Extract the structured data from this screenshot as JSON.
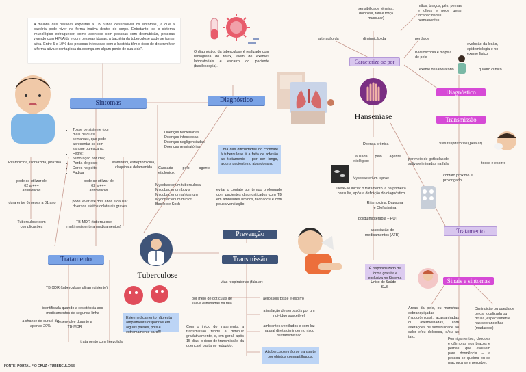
{
  "intro_text": "A maioria das pessoas expostas à TB nunca desenvolver os sintomas, já que a bactéria pode viver na forma inativa dentro do corpo. Entretanto, se o sistema imunológico enfraquecer, como acontece com pessoas com desnutrição, pessoas vivendo com HIV/Aids e com pessoas idosas, a bactéria da tuberculose pode se tornar ativa. Entre 5 e 10% das pessoas infectadas com a bactéria têm o risco de desenvolver a forma ativa e contagiosa da doença em algum ponto de sua vida\".",
  "tb": {
    "sintomas_title": "Sintomas",
    "diagnostico_title": "Diagnóstico",
    "prevencao_title": "Prevenção",
    "transmissao_title": "Transmissão",
    "tratamento_title": "Tratamento",
    "center_title": "Tuberculose",
    "diag_text": "O diagnóstico da tuberculose é realizado com radiografia do tórax, além de exames laboratoriais e escarro do paciente (baciloscopia).",
    "symptoms": [
      "Tosse persistente (por mais de duas semanas), que pode apresentar-se com sangue ou escarro;",
      "Febre;",
      "Sudoração noturna;",
      "Perda de peso;",
      "Dores no peito;",
      "Fadiga"
    ],
    "doencas": "Doenças bacterianas\nDoenças infecciosas\nDoenças negligenciadas\nDoenças respiratórias",
    "causada_label": "Causada pelo agente etiológico:",
    "agents": "Mycobacterium tuberculosa\nMycobacterium bovis\nMycobacterium africanum\nMycobacterium microti\nBacilo de Koch",
    "dificuldade": "Uma das dificuldades no combate à tuberculose é a falta de adesão ao tratamento - por ser longo, alguns pacientes o abandonam.",
    "prevencao_text": "evitar o contato por tempo prolongado com pacientes diagnosticados com TB em ambientes úmidos, fechados e com pouca ventilação",
    "drugs_left": "Rifampicina, isoniazida, pirazina",
    "drugs_right": "etambutol, estreptomicina, claquina e delamanida",
    "dose_left": "pode se utilizar de 02 a +++ antibióticos",
    "dose_right": "pode se utilizar de 02 a +++ antibióticos",
    "duracao": "dura entre 6 meses a 01 ano",
    "dois_anos": "pode levar até dois anos e causar diversos efeitos colaterais graves",
    "sem_comp": "Tuberculose sem complicações",
    "tbmr": "TB-MDR (tuberculose multirresistente a medicamentos)",
    "tbxdr": "TB-XDR (tuberculose ultrarresistente)",
    "identificada": "identificada quando a resistência aos medicamentos de segunda linha",
    "desenvolve": "desenvolve durante a TB-MDR",
    "chance": "a chance de cura é de apenas 20%",
    "linezolida": "tratamento com linezolida",
    "medicamento_note": "Este medicamento não está amplamente disponível em alguns países, pois é extremamente caro!!!",
    "vias": "Vias respiratórias (fala ar)",
    "gotículas": "por meio de gotículas de saliva eliminadas na fala",
    "aerossois": "aerossóis tosse e espirro",
    "inalacao": "a inalação de aerossóis por um indivíduo suscetível.",
    "ambientes": "ambientes ventilados e com luz natural direta diminuem o risco de transmissão",
    "inicio": "Com o início do tratamento, a transmissão tende a diminuir gradativamente, e, em geral, após 15 dias, o risco de transmissão da doença é bastante reduzido.",
    "objetos": "A tuberculose não se transmite por objetos compartilhados."
  },
  "hans": {
    "title": "Hanseníase",
    "caracteriza": "Caracteriza-se por",
    "diagnostico_title": "Diagnóstico",
    "transmissao_title": "Transmissão",
    "tratamento_title": "Tratamento",
    "sinais_title": "Sinais e sintomas",
    "sensibilidade": "sensibilidade térmica, dolorosa, tátil e força muscular)",
    "membros": "mãos, braços, pés, pernas e olhos e pode gerar incapacidades permanentes.",
    "alteracao": "alteração da",
    "diminuicao": "diminuição da",
    "perda": "perda de",
    "evolucao": "evolução da lesão, epidemiologia e no exame físico",
    "bacilo": "Baciloscopia e biópsia de pele",
    "exame_lab": "exame de laboratório",
    "quadro": "quadro clínico",
    "doenca_cronica": "Doença crônica",
    "causada": "Causada pelo agente etiológico:",
    "mycobacterium": "Mycobacterium leprae",
    "inicio_trat": "Deve-se iniciar o tratamento já na primeira consulta, após a definição do diagnóstico",
    "drogas": "Rifampicina, Dapsona e Clofazimina",
    "pqt": "poliquimioterapia – PQT",
    "atb": "associação de medicamentos (ATB)",
    "sus": "É disponibilizado de forma gratuita e exclusiva no Sistema Único de Saúde – SUS",
    "vias": "Vias respiratórias (pela ar)",
    "goticulas": "por meio de gotículas de saliva eliminadas na fala",
    "tosse": "tosse e espirro",
    "contato": "contato próximo e prolongado",
    "areas": "Áreas da pele, ou manchas esbranquiçadas (hipocrômicas), acastanhadas ou avermelhadas, com alterações de sensibilidade ao calor e/ou dolorosa, e/ou ao tato.",
    "diminuicao_queda": "Diminuição ou queda de pelos, localizada ou difusa, especialmente nas sobrancelhas (madarose).",
    "formigamentos": "Formigamentos, choques e câimbras nos braços e pernas, que evoluem para dormência – a pessoa se queima ou se machuca sem perceber."
  },
  "footer": "FONTE: PORTAL FIO CRUZ - TUBERCULOSE"
}
